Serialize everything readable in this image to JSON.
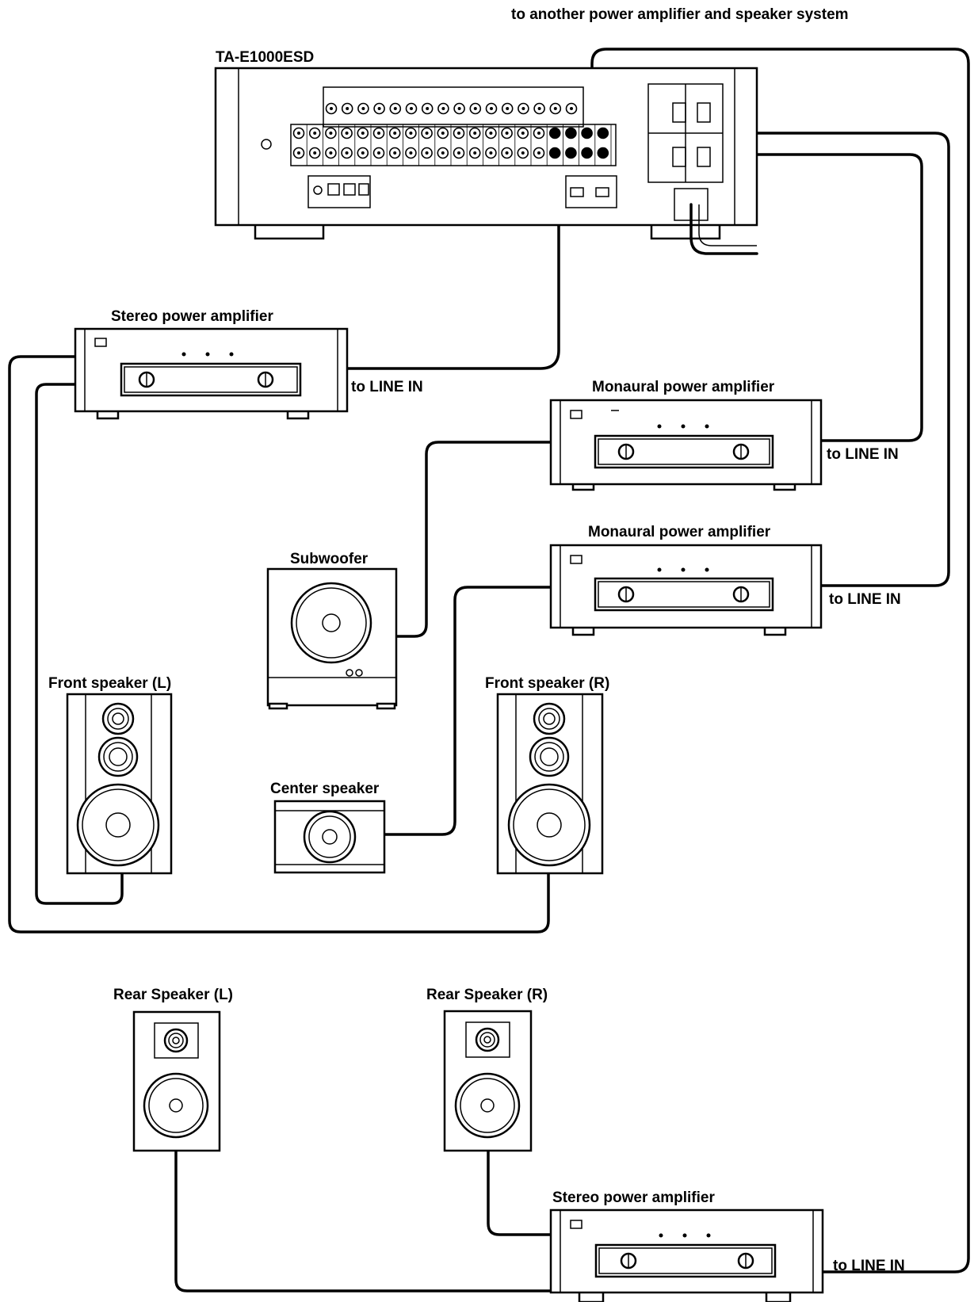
{
  "receiver": {
    "model": "TA-E1000ESD",
    "note": "to another power amplifier and speaker system"
  },
  "amplifiers": {
    "stereo_front": {
      "label": "Stereo power amplifier",
      "input_label": "to LINE IN"
    },
    "mono_subwoofer": {
      "label": "Monaural power amplifier",
      "input_label": "to LINE IN"
    },
    "mono_center": {
      "label": "Monaural power amplifier",
      "input_label": "to LINE IN"
    },
    "stereo_rear": {
      "label": "Stereo power amplifier",
      "input_label": "to LINE IN"
    }
  },
  "speakers": {
    "subwoofer": "Subwoofer",
    "front_left": "Front speaker (L)",
    "front_right": "Front speaker (R)",
    "center": "Center speaker",
    "rear_left": "Rear Speaker (L)",
    "rear_right": "Rear Speaker (R)"
  }
}
